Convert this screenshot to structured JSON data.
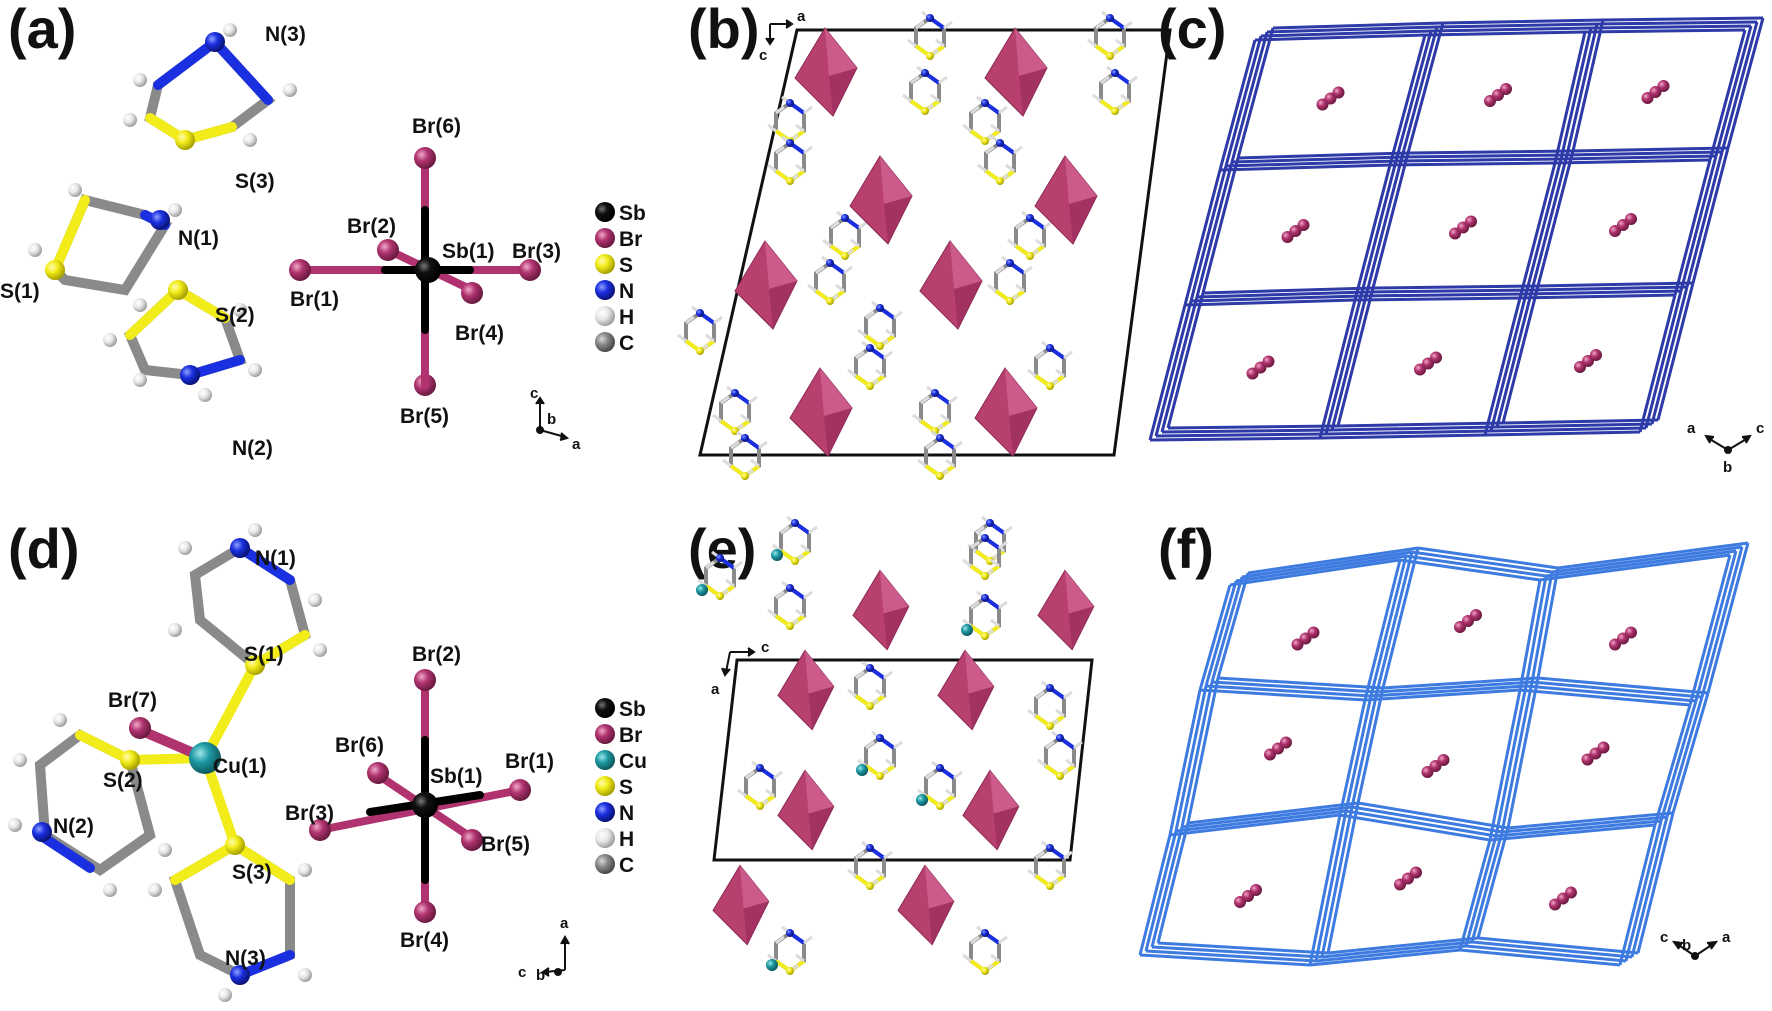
{
  "panels": {
    "a": {
      "letter": "(a)",
      "labels": {
        "n3": "N(3)",
        "s3": "S(3)",
        "n1": "N(1)",
        "s1": "S(1)",
        "s2": "S(2)",
        "n2": "N(2)",
        "br6": "Br(6)",
        "br2": "Br(2)",
        "sb1": "Sb(1)",
        "br3": "Br(3)",
        "br1": "Br(1)",
        "br4": "Br(4)",
        "br5": "Br(5)"
      },
      "axes": {
        "up": "c",
        "right": "a",
        "center": "b"
      },
      "legend": [
        "Sb",
        "Br",
        "S",
        "N",
        "H",
        "C"
      ]
    },
    "b": {
      "letter": "(b)",
      "axes": {
        "right": "a",
        "down": "c"
      }
    },
    "c": {
      "letter": "(c)",
      "axes": {
        "left": "a",
        "right": "c",
        "down": "b"
      }
    },
    "d": {
      "letter": "(d)",
      "labels": {
        "n1": "N(1)",
        "s1": "S(1)",
        "br7": "Br(7)",
        "cu1": "Cu(1)",
        "s2": "S(2)",
        "n2": "N(2)",
        "s3": "S(3)",
        "n3": "N(3)",
        "br2": "Br(2)",
        "br6": "Br(6)",
        "sb1": "Sb(1)",
        "br1": "Br(1)",
        "br3": "Br(3)",
        "br5": "Br(5)",
        "br4": "Br(4)"
      },
      "axes": {
        "up": "a",
        "left": "c",
        "center": "b"
      },
      "legend": [
        "Sb",
        "Br",
        "Cu",
        "S",
        "N",
        "H",
        "C"
      ]
    },
    "e": {
      "letter": "(e)",
      "axes": {
        "right": "c",
        "down": "a"
      }
    },
    "f": {
      "letter": "(f)",
      "axes": {
        "left": "c",
        "center": "b",
        "right": "a"
      }
    }
  },
  "colors": {
    "Sb": "#0a0a0a",
    "Br": "#b0336f",
    "Cu": "#1e9aa3",
    "S": "#f2ec1a",
    "N": "#1a2fe0",
    "H": "#e8e8e8",
    "C": "#8a8a8a",
    "octahedron": "#b8406f",
    "framework_c": "#2d3aa8",
    "framework_f": "#3e7be0"
  }
}
